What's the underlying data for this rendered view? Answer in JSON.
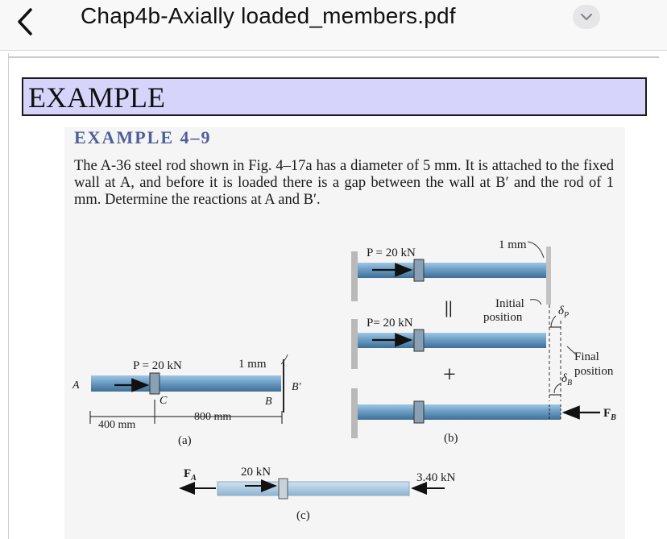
{
  "header": {
    "title": "Chap4b-Axially loaded_members.pdf"
  },
  "banner": {
    "label": "EXAMPLE"
  },
  "example": {
    "title": "EXAMPLE 4–9",
    "body": "The A-36 steel rod shown in Fig. 4–17a has a diameter of 5 mm. It is attached to the fixed wall at A, and before it is loaded there is a gap between the wall at B′ and the rod of 1 mm. Determine the reactions at A and B′."
  },
  "figure": {
    "a": {
      "load": "P = 20 kN",
      "gap": "1 mm",
      "pt_a": "A",
      "pt_b": "B",
      "pt_bp": "B′",
      "pt_c": "C",
      "dim1": "400 mm",
      "dim2": "800 mm",
      "caption": "(a)"
    },
    "b": {
      "load1": "P = 20 kN",
      "gap": "1 mm",
      "equals": "=",
      "initial1": "Initial",
      "initial2": "position",
      "load2": "P= 20 kN",
      "delta_p": "δ",
      "delta_p_sub": "P",
      "plus": "+",
      "final1": "Final",
      "final2": "position",
      "delta_b": "δ",
      "delta_b_sub": "B",
      "force_b": "F",
      "force_b_sub": "B",
      "caption": "(b)"
    },
    "c": {
      "force_a": "F",
      "force_a_sub": "A",
      "load": "20 kN",
      "reaction": "3.40 kN",
      "caption": "(c)"
    }
  }
}
